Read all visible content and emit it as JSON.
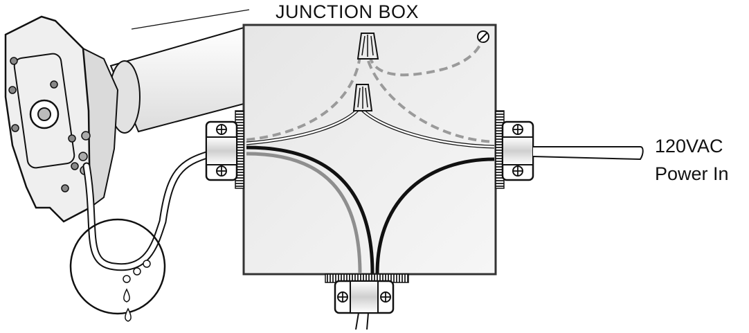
{
  "diagram": {
    "title": "JUNCTION BOX",
    "power_label_line1": "120VAC",
    "power_label_line2": "Power In"
  },
  "colors": {
    "outline": "#111111",
    "box_fill": "#eeeeee",
    "dashed_wire": "#9a9a9a",
    "grey_wire": "#8e8e8e",
    "black_wire": "#111111",
    "motor_fill": "#e8e8e8"
  }
}
